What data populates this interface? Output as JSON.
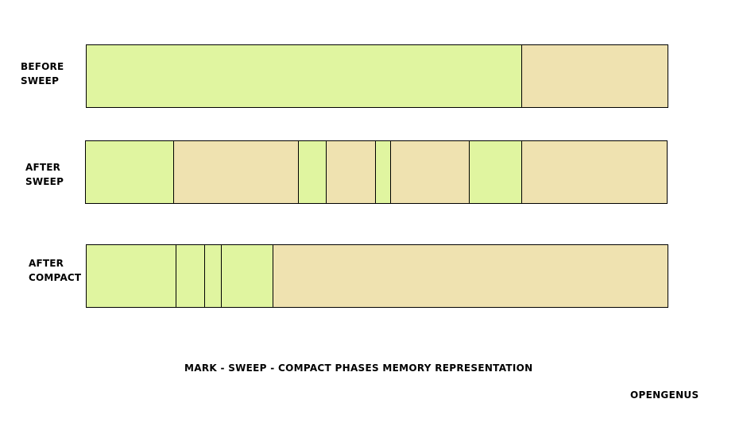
{
  "colors": {
    "live": "#e0f5a0",
    "free": "#efe2b0",
    "border": "#000000"
  },
  "rows": [
    {
      "label_line1": "BEFORE",
      "label_line2": "SWEEP",
      "segments": [
        {
          "kind": "live",
          "fraction": 0.749
        },
        {
          "kind": "free",
          "fraction": 0.251
        }
      ]
    },
    {
      "label_line1": "AFTER",
      "label_line2": "SWEEP",
      "segments": [
        {
          "kind": "live",
          "fraction": 0.152
        },
        {
          "kind": "free",
          "fraction": 0.214
        },
        {
          "kind": "live",
          "fraction": 0.048
        },
        {
          "kind": "free",
          "fraction": 0.085
        },
        {
          "kind": "live",
          "fraction": 0.027
        },
        {
          "kind": "free",
          "fraction": 0.135
        },
        {
          "kind": "live",
          "fraction": 0.09
        },
        {
          "kind": "free",
          "fraction": 0.249
        }
      ]
    },
    {
      "label_line1": "AFTER",
      "label_line2": "COMPACT",
      "segments": [
        {
          "kind": "live",
          "fraction": 0.154
        },
        {
          "kind": "live",
          "fraction": 0.05
        },
        {
          "kind": "live",
          "fraction": 0.028
        },
        {
          "kind": "live",
          "fraction": 0.09
        },
        {
          "kind": "free",
          "fraction": 0.678
        }
      ]
    }
  ],
  "caption": "MARK - SWEEP - COMPACT PHASES MEMORY REPRESENTATION",
  "credit": "OPENGENUS"
}
